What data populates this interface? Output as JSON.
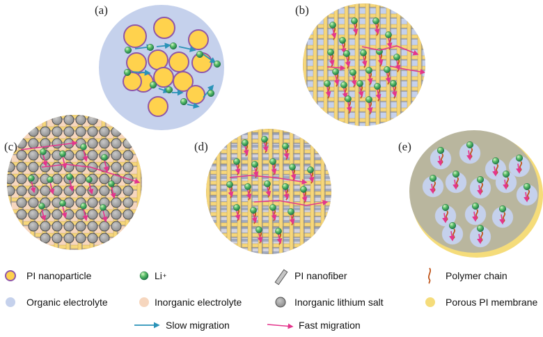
{
  "panels": [
    {
      "id": "a",
      "label": "(a)"
    },
    {
      "id": "b",
      "label": "(b)"
    },
    {
      "id": "c",
      "label": "(c)"
    },
    {
      "id": "d",
      "label": "(d)"
    },
    {
      "id": "e",
      "label": "(e)"
    }
  ],
  "legend": {
    "pi_nanoparticle": "PI nanoparticle",
    "li_ion": "Li",
    "li_ion_sup": "+",
    "pi_nanofiber": "PI nanofiber",
    "polymer_chain": "Polymer chain",
    "organic_electrolyte": "Organic electrolyte",
    "inorganic_electrolyte": "Inorganic electrolyte",
    "inorganic_lithium_salt": "Inorganic lithium salt",
    "porous_pi_membrane": "Porous PI membrane",
    "slow_migration": "Slow migration",
    "fast_migration": "Fast migration"
  },
  "colors": {
    "organic_electrolyte": "#c5d1ec",
    "inorganic_electrolyte": "#f6d6be",
    "nanoparticle_fill": "#ffd24d",
    "nanoparticle_border": "#8e56a8",
    "nanofiber": "#f6d77c",
    "nanofiber_shadow": "#8f8f8f",
    "li_ion": "#3c9a5c",
    "polymer_chain": "#c0561c",
    "inorganic_salt": "#9c9c9c",
    "porous_membrane": "#f5dc7a",
    "membrane_surface": "#b9b69e",
    "slow_arrow": "#2a93b8",
    "fast_arrow": "#e4358c"
  }
}
